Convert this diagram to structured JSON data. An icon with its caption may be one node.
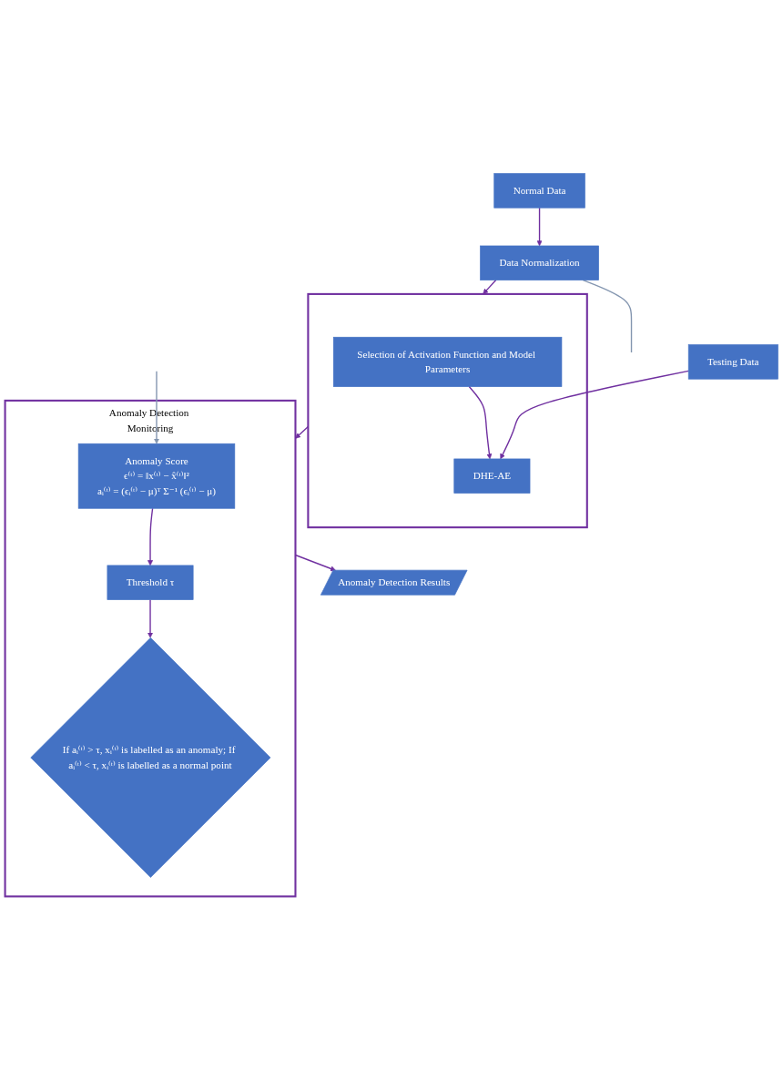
{
  "diagram": {
    "nodes": [
      {
        "text": [
          "Normal Data"
        ]
      },
      {
        "text": [
          "Data Normalization"
        ]
      },
      {
        "text": [],
        "shape": "box"
      },
      {
        "text": [
          "Selection of Activation Function and Model Parameters"
        ],
        "in": 2
      },
      {
        "text": [
          "Testing Data"
        ]
      },
      {
        "text": [
          "DHE-AE"
        ],
        "in": 2
      },
      {
        "text": [
          "Anomaly Detection Monitoring"
        ]
      },
      {
        "text": [
          "Anomaly Score",
          "ϵ⁽ᵗ⁾ = ‖x⁽ᵗ⁾ − x̂⁽ᵗ⁾‖²",
          "aᵢ⁽ᵗ⁾ = (ϵᵢ⁽ᵗ⁾ − μ)ᵀ Σ⁻¹ (ϵᵢ⁽ᵗ⁾ − μ)"
        ],
        "in": 6
      },
      {
        "text": [
          "Threshold τ"
        ],
        "in": 6
      },
      {
        "text": [
          "If aᵢ⁽ᵗ⁾ > τ, xᵢ⁽ᵗ⁾ is labelled as an anomaly; If aᵢ⁽ᵗ⁾ < τ, xᵢ⁽ᵗ⁾ is labelled as a normal point"
        ],
        "in": 6
      },
      {
        "text": [
          "Anomaly Detection Results"
        ]
      }
    ],
    "edges": [
      {
        "from": 0,
        "to": 1,
        "arrow": "to"
      },
      {
        "from": 1,
        "to": 2,
        "arrow": "to"
      },
      {
        "from": 3,
        "to": 5,
        "arrow": "to"
      },
      {
        "from": 4,
        "to": 5,
        "arrow": "to"
      },
      {
        "from": 2,
        "to": 6,
        "arrow": "to"
      },
      {
        "from": 7,
        "to": 8,
        "arrow": "to"
      },
      {
        "from": 8,
        "to": 9,
        "arrow": "to"
      },
      {
        "from": 6,
        "to": 10,
        "arrow": "to"
      },
      {
        "from": 1,
        "to": null,
        "arrow": "none",
        "color": "#8496b0"
      },
      {
        "from": null,
        "to": 7,
        "arrow": "to",
        "color": "#8496b0"
      }
    ]
  }
}
